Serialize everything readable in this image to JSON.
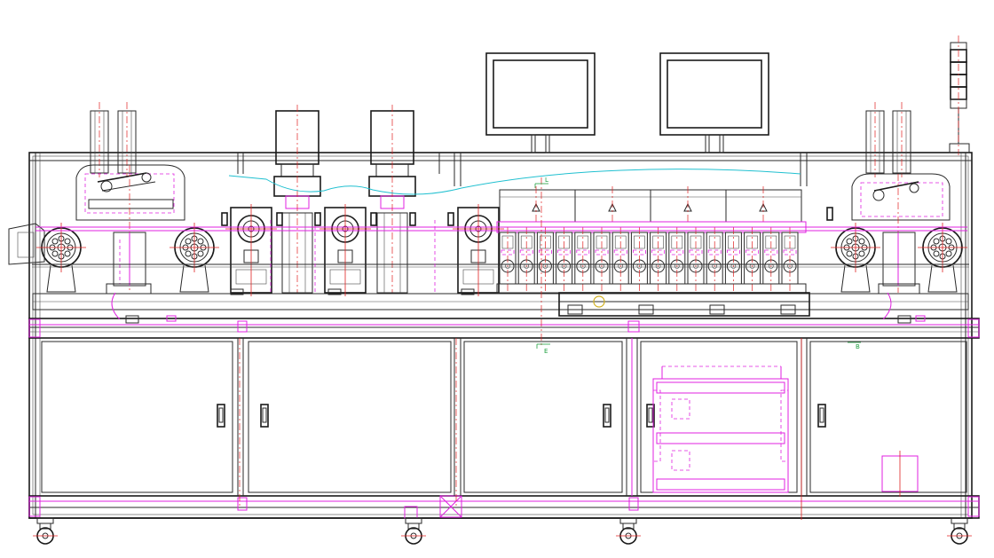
{
  "colors": {
    "outline": "#2a2a2a",
    "magenta": "#e020e0",
    "red": "#e02020",
    "cyan": "#20c0d0",
    "green": "#20a040",
    "yellow": "#d0b020"
  },
  "labels": {
    "section_l": "L",
    "section_e": "E",
    "section_b": "B"
  }
}
